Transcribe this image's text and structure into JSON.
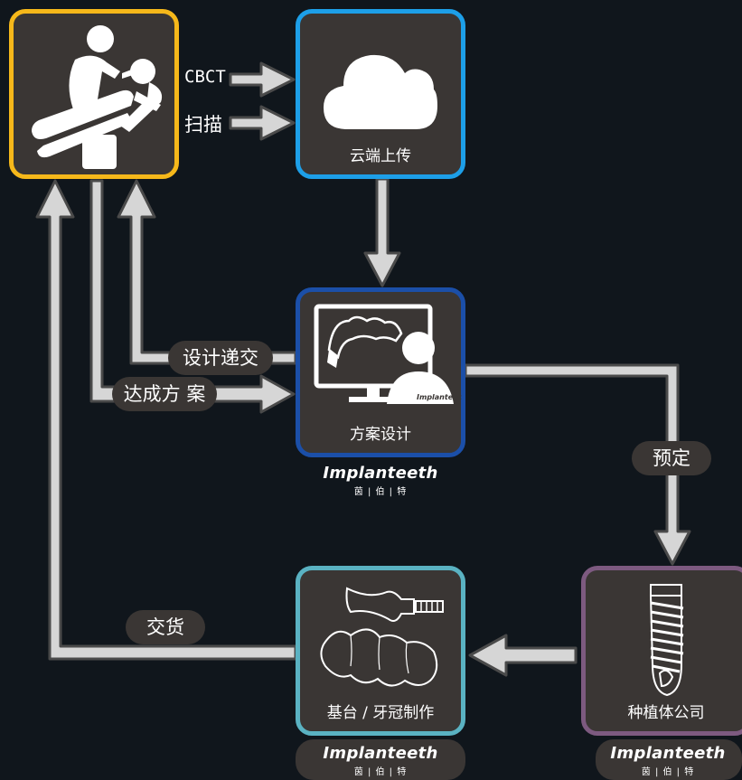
{
  "colors": {
    "background": "#10161c",
    "node_fill": "#3a3634",
    "arrow_fill": "#d6d6d6",
    "arrow_stroke": "#4a4a4a",
    "clinic": "#f6b81a",
    "cloud": "#1d9fe8",
    "design": "#1b4fa8",
    "implant": "#7d5a80",
    "crown": "#5ab2c2"
  },
  "nodes": {
    "clinic": {
      "icon": "dental-chair-icon"
    },
    "cloud": {
      "icon": "cloud-icon",
      "label": "云端上传"
    },
    "design": {
      "icon": "designer-monitor-icon",
      "label": "方案设计",
      "screen_brand": "Implanteeth"
    },
    "implant": {
      "icon": "implant-screw-icon",
      "label": "种植体公司"
    },
    "crown": {
      "icon": "abutment-crown-icon",
      "label": "基台 / 牙冠制作"
    }
  },
  "edges": {
    "cbct": "CBCT",
    "scan": "扫描",
    "submit_design": "设计递交",
    "agree_plan": "达成方 案",
    "order": "预定",
    "deliver": "交货"
  },
  "brand": {
    "name": "Implanteeth",
    "sub": "茵 | 伯 | 特"
  }
}
